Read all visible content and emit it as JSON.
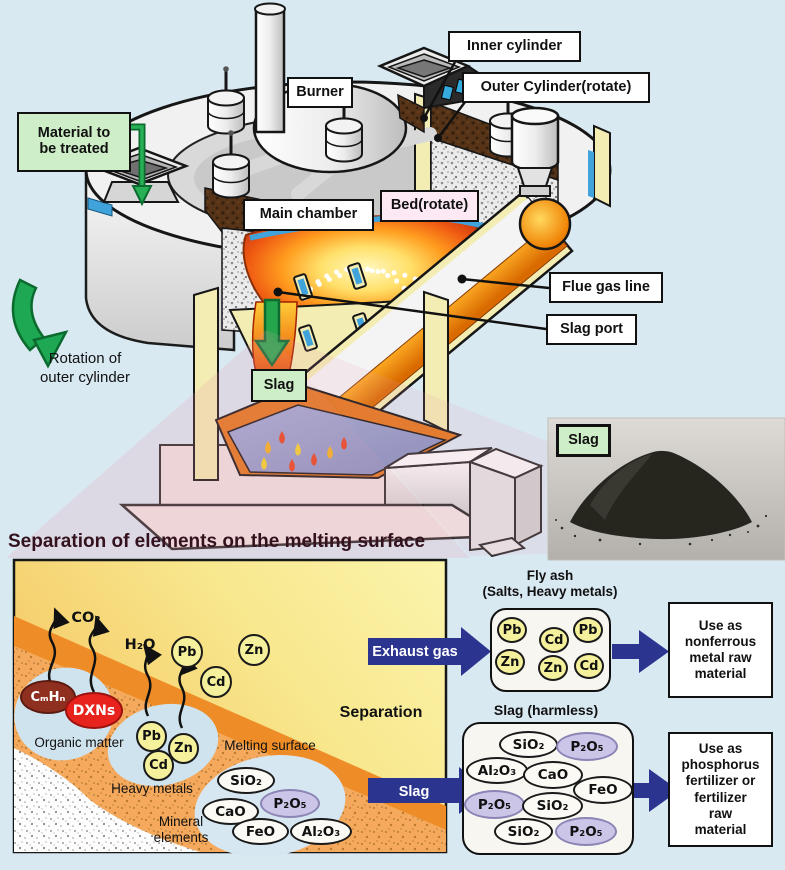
{
  "top": {
    "labels": {
      "material": "Material to\nbe treated",
      "burner": "Burner",
      "inner_cylinder": "Inner cylinder",
      "outer_cylinder": "Outer Cylinder(rotate)",
      "main_chamber": "Main chamber",
      "bed": "Bed(rotate)",
      "flue_gas_line": "Flue gas line",
      "slag_port": "Slag port",
      "slag": "Slag",
      "rotation": "Rotation of\nouter cylinder"
    },
    "photo": {
      "label": "Slag"
    }
  },
  "bottom": {
    "title": "Separation of elements on the melting surface",
    "surface": {
      "co2": "CO₂",
      "h2o": "H₂O",
      "floating": [
        "Pb",
        "Zn",
        "Cd"
      ],
      "organic": {
        "items": [
          "CₘHₙ",
          "DXNs"
        ],
        "caption": "Organic matter"
      },
      "heavy": {
        "items": [
          "Pb",
          "Zn",
          "Cd"
        ],
        "caption": "Heavy metals"
      },
      "mineral": {
        "items": [
          "SiO₂",
          "P₂O₅",
          "CaO",
          "FeO",
          "Al₂O₃"
        ],
        "caption": "Mineral\nelements"
      },
      "melting_surface": "Melting surface",
      "separation": "Separation"
    },
    "arrows": {
      "exhaust": "Exhaust gas",
      "slag": "Slag"
    },
    "fly_ash": {
      "title": "Fly ash\n(Salts, Heavy metals)",
      "items": [
        "Pb",
        "Cd",
        "Pb",
        "Zn",
        "Zn",
        "Cd"
      ]
    },
    "slag_harmless": {
      "title": "Slag (harmless)",
      "items": [
        "SiO₂",
        "P₂O₅",
        "Al₂O₃",
        "CaO",
        "FeO",
        "P₂O₅",
        "SiO₂",
        "SiO₂",
        "P₂O₅"
      ]
    },
    "outcomes": {
      "nonferrous": "Use as\nnonferrous\nmetal raw\nmaterial",
      "phosphorus": "Use as\nphosphorus\nfertilizer or\nfertilizer\nraw\nmaterial"
    }
  },
  "colors": {
    "background": "#d9e9f2",
    "accent_navy": "#2b3590",
    "label_green": "#cdeec6",
    "label_pink": "#fce9f3",
    "element_yellow": "#f4f09c",
    "p2o5_purple": "#cbc5e8",
    "fire_orange": "#ff9d1f",
    "arrow_green": "#1ea854"
  }
}
